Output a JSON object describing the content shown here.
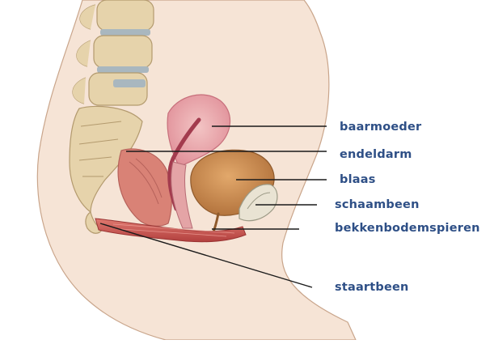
{
  "colors": {
    "label_text": "#2e4f86",
    "leader_line": "#1a1a1a",
    "skin": "#f6e4d6",
    "skin_outline": "#b8957c",
    "bone": "#e6d3ab",
    "bone_outline": "#b39a6e",
    "disc": "#a9b7bf",
    "uterus": "#e79aa2",
    "rectum": "#d98276",
    "bladder": "#c98a50",
    "pelvic_muscle": "#c8524f",
    "pubic_bone": "#e9e3d3"
  },
  "labels": {
    "uterus": "baarmoeder",
    "rectum": "endeldarm",
    "bladder": "blaas",
    "pubic_bone": "schaambeen",
    "pelvic_floor": "bekkenbodemspieren",
    "coccyx": "staartbeen"
  }
}
